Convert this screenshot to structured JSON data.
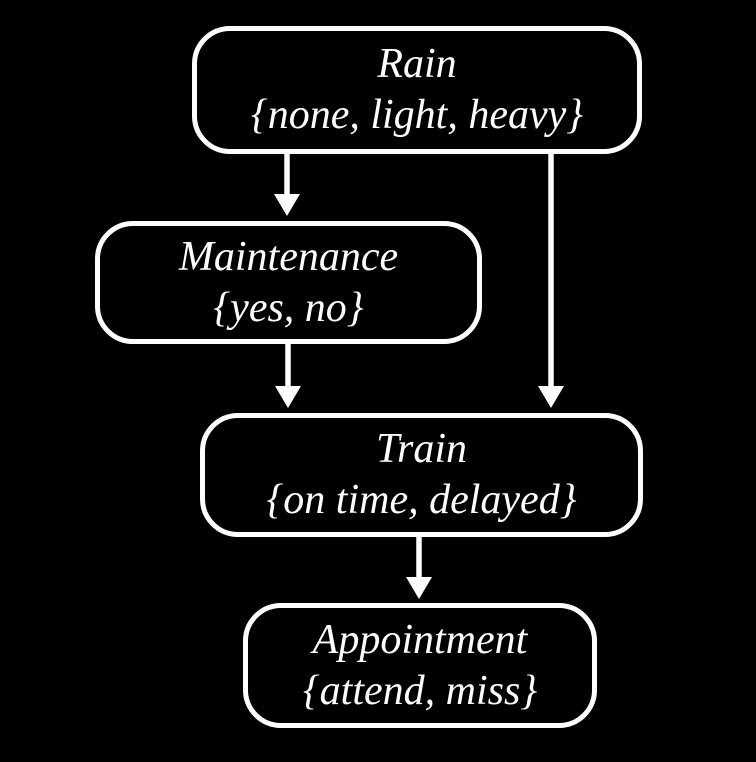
{
  "diagram": {
    "kind": "bayesian-network",
    "colors": {
      "background": "#000000",
      "node_border": "#ffffff",
      "node_fill": "#000000",
      "text": "#ffffff",
      "edge": "#ffffff"
    },
    "nodes": [
      {
        "id": "rain",
        "label": "Rain",
        "values": "{none, light, heavy}"
      },
      {
        "id": "maintenance",
        "label": "Maintenance",
        "values": "{yes, no}"
      },
      {
        "id": "train",
        "label": "Train",
        "values": "{on time, delayed}"
      },
      {
        "id": "appointment",
        "label": "Appointment",
        "values": "{attend, miss}"
      }
    ],
    "edges": [
      {
        "from": "Rain",
        "to": "Maintenance"
      },
      {
        "from": "Rain",
        "to": "Train"
      },
      {
        "from": "Maintenance",
        "to": "Train"
      },
      {
        "from": "Train",
        "to": "Appointment"
      }
    ]
  }
}
